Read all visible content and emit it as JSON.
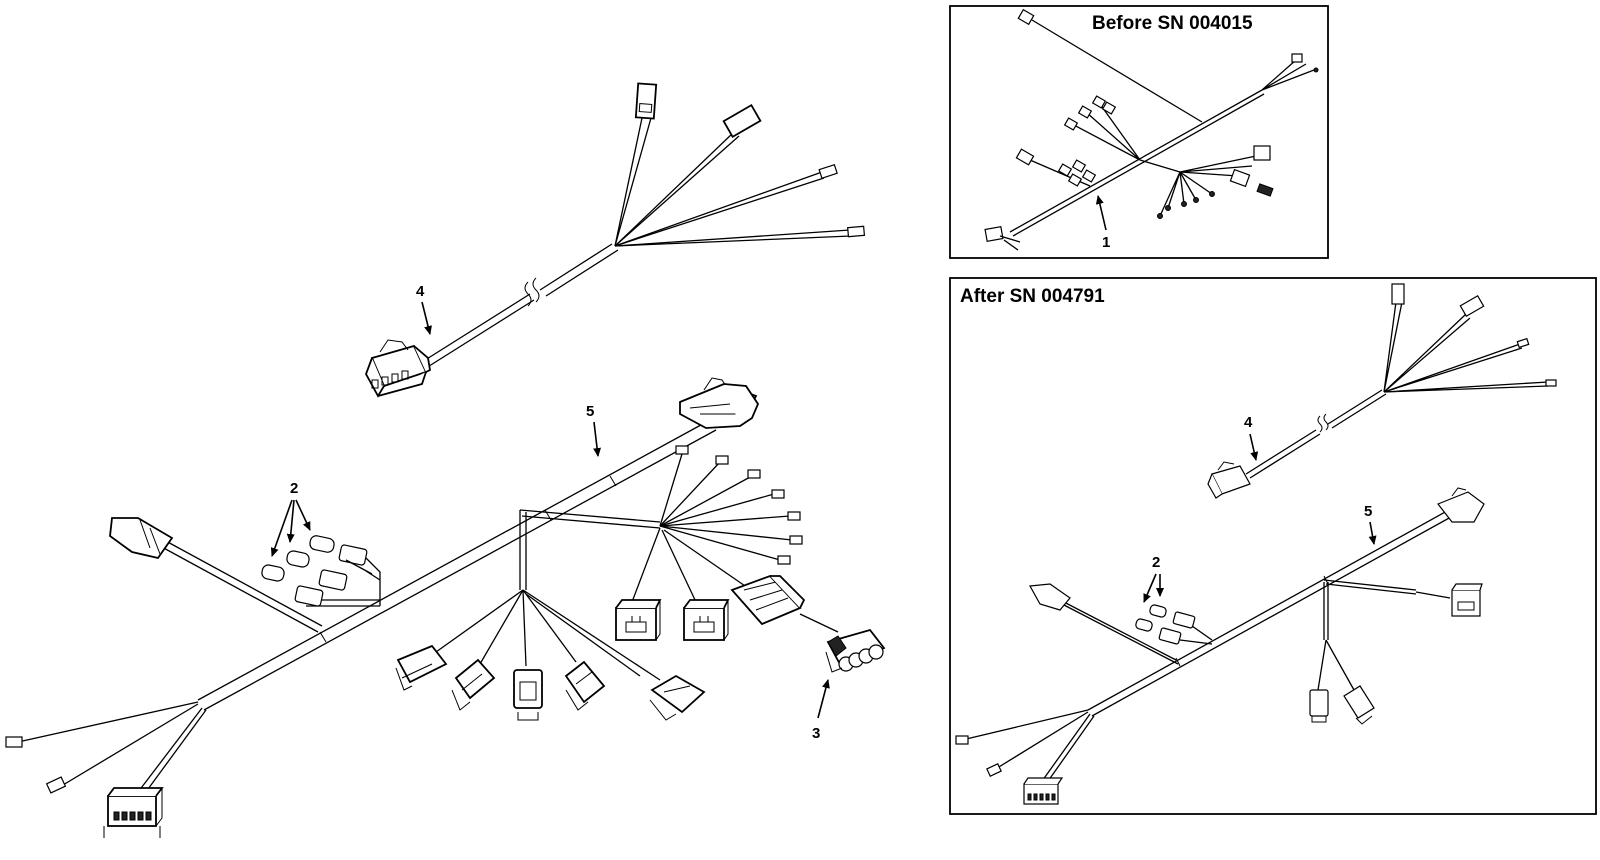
{
  "insets": {
    "before": {
      "title": "Before SN 004015"
    },
    "after": {
      "title": "After SN 004791"
    }
  },
  "callouts": {
    "main_4": "4",
    "main_5": "5",
    "main_2": "2",
    "main_3": "3",
    "before_1": "1",
    "after_4": "4",
    "after_5": "5",
    "after_2": "2"
  },
  "colors": {
    "line": "#000000",
    "background": "#ffffff"
  }
}
